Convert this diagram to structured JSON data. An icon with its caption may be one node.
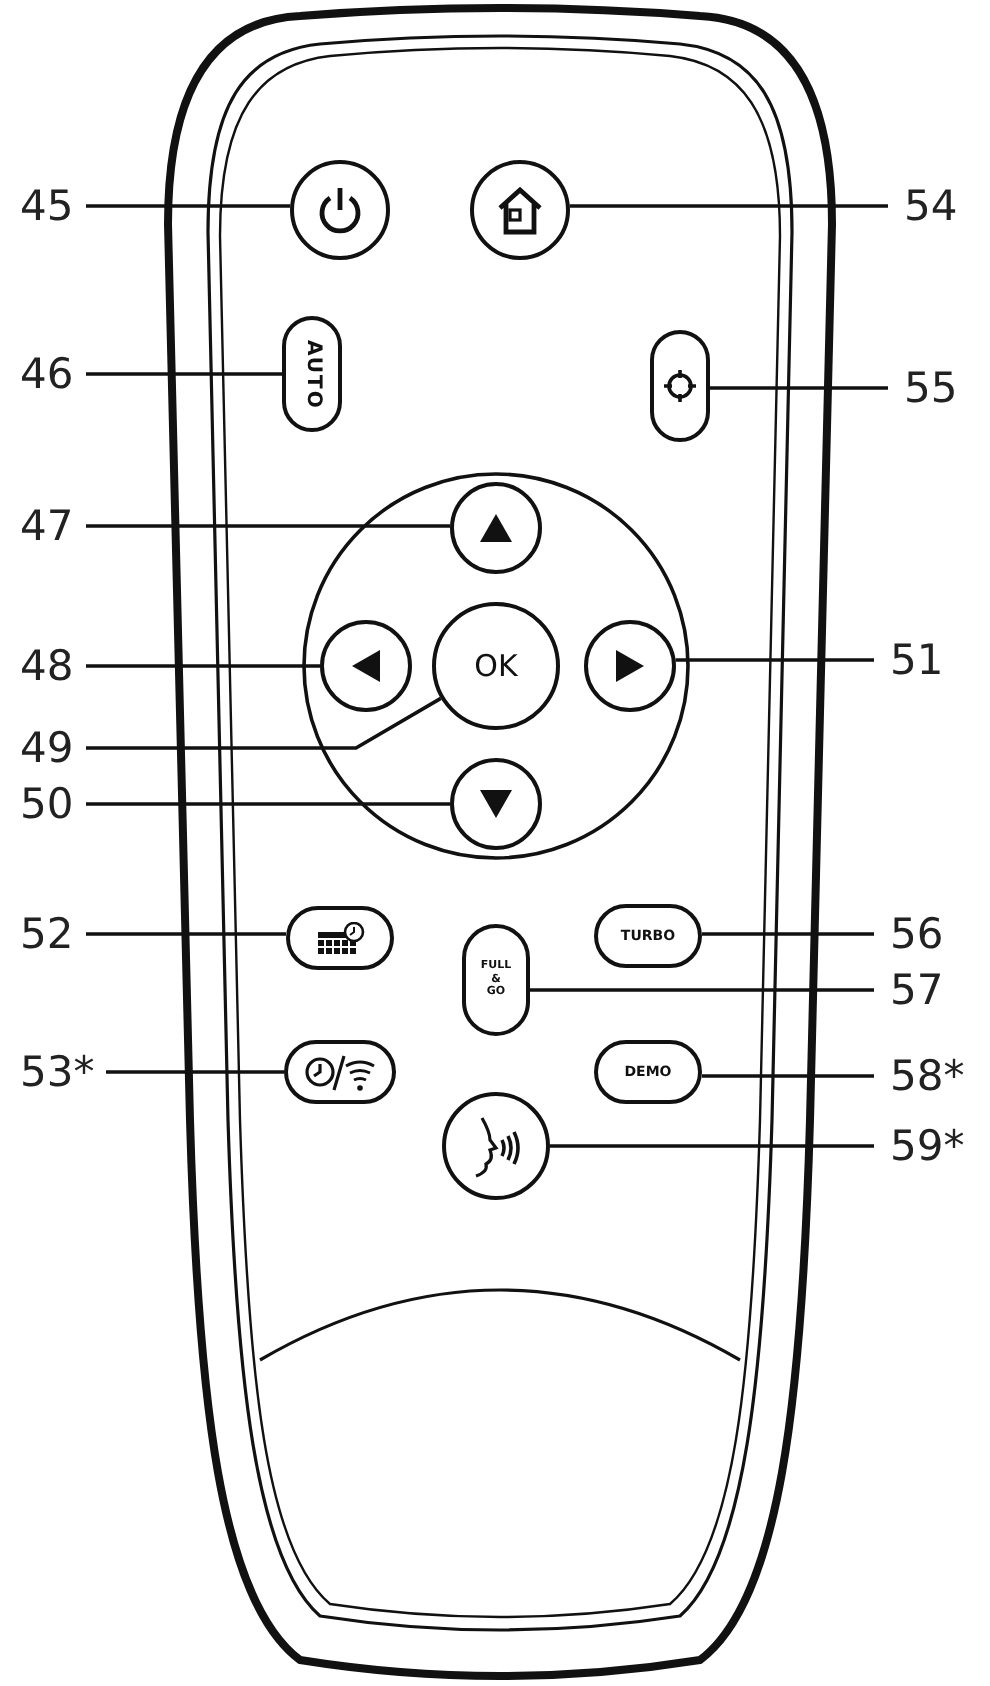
{
  "diagram": {
    "nodes": [
      {
        "text": [
          "45"
        ]
      },
      {
        "text": [],
        "shape": "circle"
      },
      {
        "text": [],
        "shape": "circle"
      },
      {
        "text": [
          "54"
        ]
      },
      {
        "text": [
          "46"
        ]
      },
      {
        "text": [
          "AUTO"
        ]
      },
      {
        "text": [],
        "shape": "box"
      },
      {
        "text": [
          "55"
        ]
      },
      {
        "text": [
          "47"
        ]
      },
      {
        "text": [],
        "shape": "circle"
      },
      {
        "text": [
          "48"
        ]
      },
      {
        "text": [],
        "shape": "circle"
      },
      {
        "text": [
          "OK"
        ]
      },
      {
        "text": [],
        "shape": "circle"
      },
      {
        "text": [
          "51"
        ]
      },
      {
        "text": [
          "49"
        ]
      },
      {
        "text": [
          "50"
        ]
      },
      {
        "text": [],
        "shape": "circle"
      },
      {
        "text": [
          "52"
        ]
      },
      {
        "text": [],
        "shape": "box"
      },
      {
        "text": [
          "TURBO"
        ]
      },
      {
        "text": [
          "56"
        ]
      },
      {
        "text": [
          "FULL & GO"
        ]
      },
      {
        "text": [
          "57"
        ]
      },
      {
        "text": [
          "53*"
        ]
      },
      {
        "text": [],
        "shape": "box"
      },
      {
        "text": [
          "DEMO"
        ]
      },
      {
        "text": [
          "58*"
        ]
      },
      {
        "text": [],
        "shape": "circle"
      },
      {
        "text": [
          "59*"
        ]
      }
    ],
    "edges": [
      {
        "from": 0,
        "to": 1,
        "arrow": "none"
      },
      {
        "from": 3,
        "to": 2,
        "arrow": "none"
      },
      {
        "from": 4,
        "to": 5,
        "arrow": "none"
      },
      {
        "from": 7,
        "to": 6,
        "arrow": "none"
      },
      {
        "from": 8,
        "to": 9,
        "arrow": "none"
      },
      {
        "from": 10,
        "to": 11,
        "arrow": "none"
      },
      {
        "from": 14,
        "to": 13,
        "arrow": "none"
      },
      {
        "from": 15,
        "to": 12,
        "arrow": "none"
      },
      {
        "from": 16,
        "to": 17,
        "arrow": "none"
      },
      {
        "from": 18,
        "to": 19,
        "arrow": "none"
      },
      {
        "from": 21,
        "to": 20,
        "arrow": "none"
      },
      {
        "from": 23,
        "to": 22,
        "arrow": "none"
      },
      {
        "from": 24,
        "to": 25,
        "arrow": "none"
      },
      {
        "from": 27,
        "to": 26,
        "arrow": "none"
      },
      {
        "from": 29,
        "to": 28,
        "arrow": "none"
      }
    ]
  }
}
